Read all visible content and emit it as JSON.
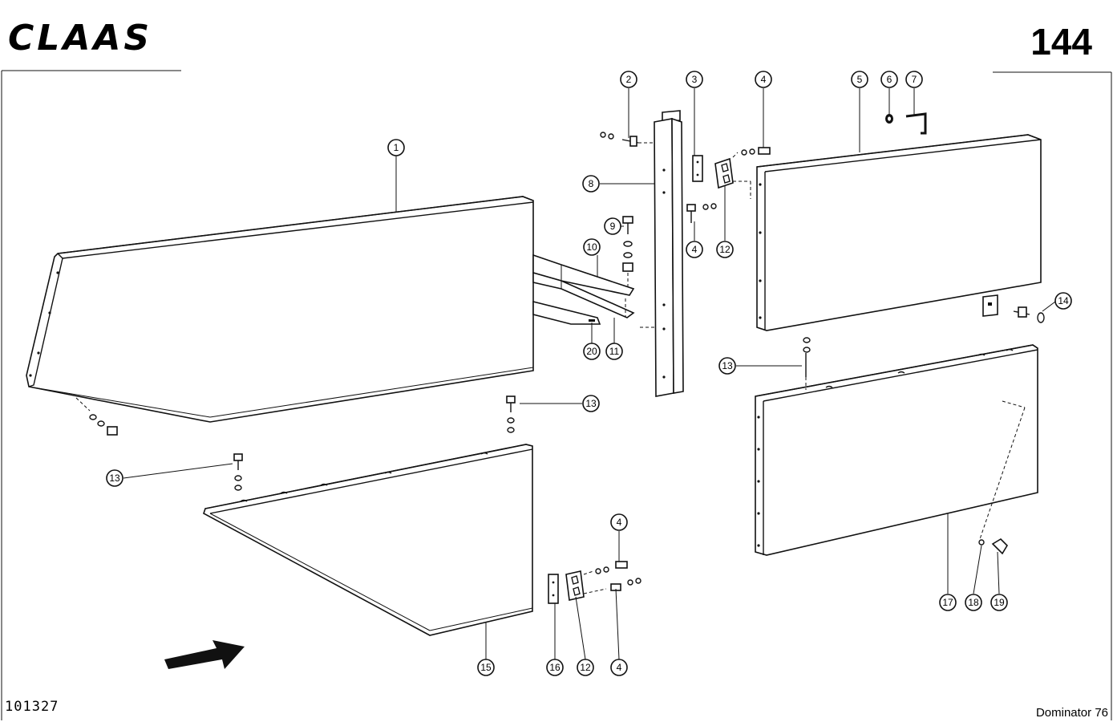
{
  "header": {
    "logo": "CLAAS",
    "page_number": "144"
  },
  "footer": {
    "document_number": "101327",
    "model": "Dominator 76"
  },
  "callouts": [
    {
      "id": "c1",
      "label": "1"
    },
    {
      "id": "c2",
      "label": "2"
    },
    {
      "id": "c3",
      "label": "3"
    },
    {
      "id": "c4a",
      "label": "4"
    },
    {
      "id": "c4b",
      "label": "4"
    },
    {
      "id": "c4c",
      "label": "4"
    },
    {
      "id": "c4d",
      "label": "4"
    },
    {
      "id": "c5",
      "label": "5"
    },
    {
      "id": "c6",
      "label": "6"
    },
    {
      "id": "c7",
      "label": "7"
    },
    {
      "id": "c8",
      "label": "8"
    },
    {
      "id": "c9",
      "label": "9"
    },
    {
      "id": "c10",
      "label": "10"
    },
    {
      "id": "c11",
      "label": "11"
    },
    {
      "id": "c12a",
      "label": "12"
    },
    {
      "id": "c12b",
      "label": "12"
    },
    {
      "id": "c13a",
      "label": "13"
    },
    {
      "id": "c13b",
      "label": "13"
    },
    {
      "id": "c13c",
      "label": "13"
    },
    {
      "id": "c14",
      "label": "14"
    },
    {
      "id": "c15",
      "label": "15"
    },
    {
      "id": "c16",
      "label": "16"
    },
    {
      "id": "c17",
      "label": "17"
    },
    {
      "id": "c18",
      "label": "18"
    },
    {
      "id": "c19",
      "label": "19"
    },
    {
      "id": "c20",
      "label": "20"
    }
  ]
}
